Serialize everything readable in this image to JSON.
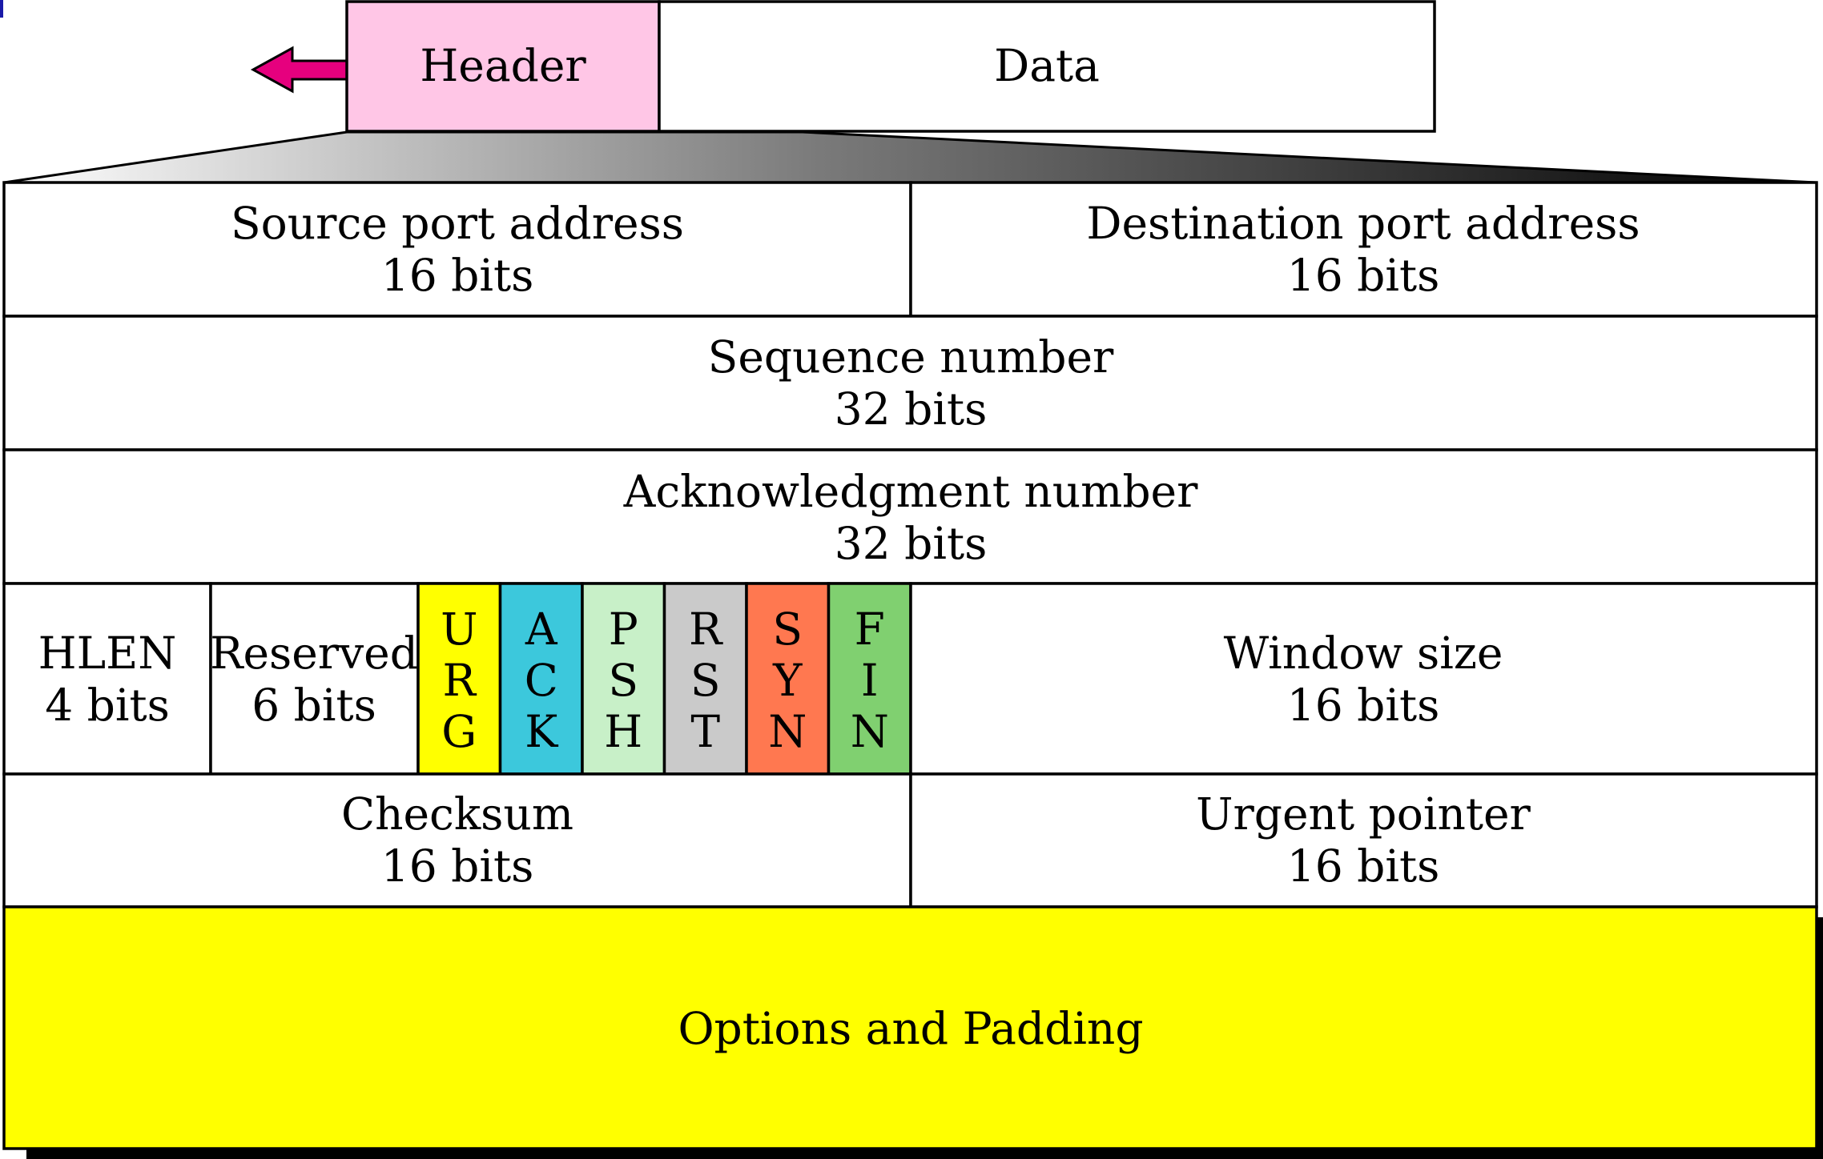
{
  "segment": {
    "header_label": "Header",
    "data_label": "Data",
    "colors": {
      "header_fill": "#ffc6e6",
      "arrow_fill": "#e6007e"
    }
  },
  "tcp_header": {
    "source_port": {
      "name": "Source port address",
      "size": "16 bits"
    },
    "destination_port": {
      "name": "Destination port address",
      "size": "16 bits"
    },
    "sequence_number": {
      "name": "Sequence number",
      "size": "32 bits"
    },
    "acknowledgment_number": {
      "name": "Acknowledgment number",
      "size": "32 bits"
    },
    "hlen": {
      "name": "HLEN",
      "size": "4 bits"
    },
    "reserved": {
      "name": "Reserved",
      "size": "6 bits"
    },
    "flags": [
      {
        "letters": [
          "U",
          "R",
          "G"
        ],
        "color": "#ffff00"
      },
      {
        "letters": [
          "A",
          "C",
          "K"
        ],
        "color": "#3cc8dc"
      },
      {
        "letters": [
          "P",
          "S",
          "H"
        ],
        "color": "#c8f0c8"
      },
      {
        "letters": [
          "R",
          "S",
          "T"
        ],
        "color": "#cacaca"
      },
      {
        "letters": [
          "S",
          "Y",
          "N"
        ],
        "color": "#ff7850"
      },
      {
        "letters": [
          "F",
          "I",
          "N"
        ],
        "color": "#80d070"
      }
    ],
    "window_size": {
      "name": "Window size",
      "size": "16 bits"
    },
    "checksum": {
      "name": "Checksum",
      "size": "16 bits"
    },
    "urgent_pointer": {
      "name": "Urgent pointer",
      "size": "16 bits"
    },
    "options": {
      "name": "Options and Padding",
      "color": "#ffff00"
    }
  }
}
